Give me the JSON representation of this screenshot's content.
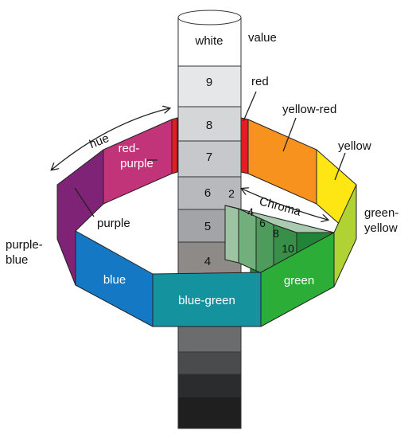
{
  "value_column": {
    "top_label": "white",
    "levels": [
      "9",
      "8",
      "7",
      "6",
      "5",
      "4"
    ]
  },
  "chroma_steps": [
    "2",
    "4",
    "6",
    "8",
    "10"
  ],
  "labels": {
    "value": "value",
    "hue": "hue",
    "chroma": "Chroma",
    "red": "red",
    "yellow_red": "yellow-red",
    "yellow": "yellow",
    "green_yellow_1": "green-",
    "green_yellow_2": "yellow",
    "green": "green",
    "blue_green": "blue-green",
    "blue": "blue",
    "purple_blue_1": "purple-",
    "purple_blue_2": "blue",
    "purple": "purple",
    "red_purple_1": "red-",
    "red_purple_2": "purple"
  },
  "colors": {
    "red": "#e31d25",
    "yellow_red": "#f7921e",
    "yellow": "#fde614",
    "green_yellow": "#b0d235",
    "green": "#2bad38",
    "blue_green": "#14939e",
    "blue": "#1478c5",
    "purple_blue": "#2b3587",
    "purple": "#7f2376",
    "red_purple": "#c2347a"
  }
}
